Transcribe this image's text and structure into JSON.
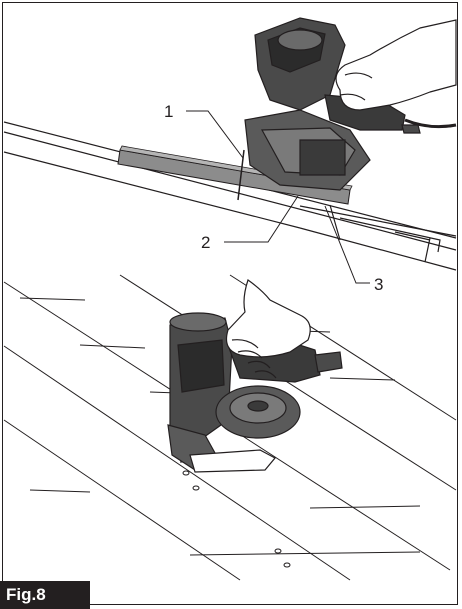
{
  "figure": {
    "tag": "Fig.8",
    "callouts": [
      {
        "id": "1",
        "label": "1"
      },
      {
        "id": "2",
        "label": "2"
      },
      {
        "id": "3",
        "label": "3"
      }
    ]
  },
  "colors": {
    "ink": "#231f20",
    "tool_body": "#4a4a4a",
    "tool_dark": "#2b2b2b",
    "guide_plate": "#8c8c8c",
    "background": "#ffffff"
  }
}
